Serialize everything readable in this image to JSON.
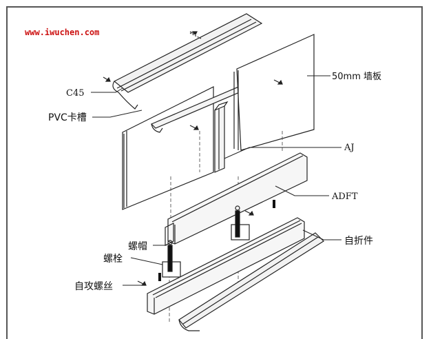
{
  "watermark": "www.iwuchen.com",
  "labels": {
    "c45": "C45",
    "pvc": "PVC卡槽",
    "panel": "50mm 墙板",
    "aj": "AJ",
    "adft": "ADFT",
    "nut": "螺帽",
    "bolt": "螺栓",
    "self_fold": "自折件",
    "screw": "自攻螺丝"
  },
  "colors": {
    "watermark": "#cc1111",
    "line": "#222222"
  }
}
